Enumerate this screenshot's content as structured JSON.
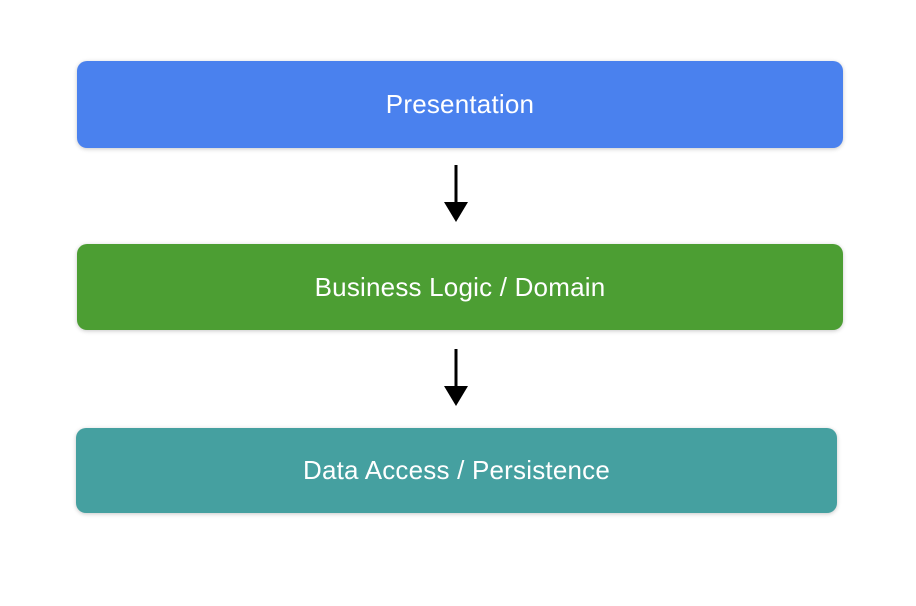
{
  "diagram": {
    "background_color": "#ffffff",
    "text_color": "#ffffff",
    "arrow_color": "#000000",
    "layers": [
      {
        "label": "Presentation",
        "color": "#4a81ee"
      },
      {
        "label": "Business Logic / Domain",
        "color": "#4c9e33"
      },
      {
        "label": "Data Access / Persistence",
        "color": "#45a0a0"
      }
    ],
    "connections": [
      {
        "from": "Presentation",
        "to": "Business Logic / Domain",
        "direction": "down"
      },
      {
        "from": "Business Logic / Domain",
        "to": "Data Access / Persistence",
        "direction": "down"
      }
    ]
  }
}
